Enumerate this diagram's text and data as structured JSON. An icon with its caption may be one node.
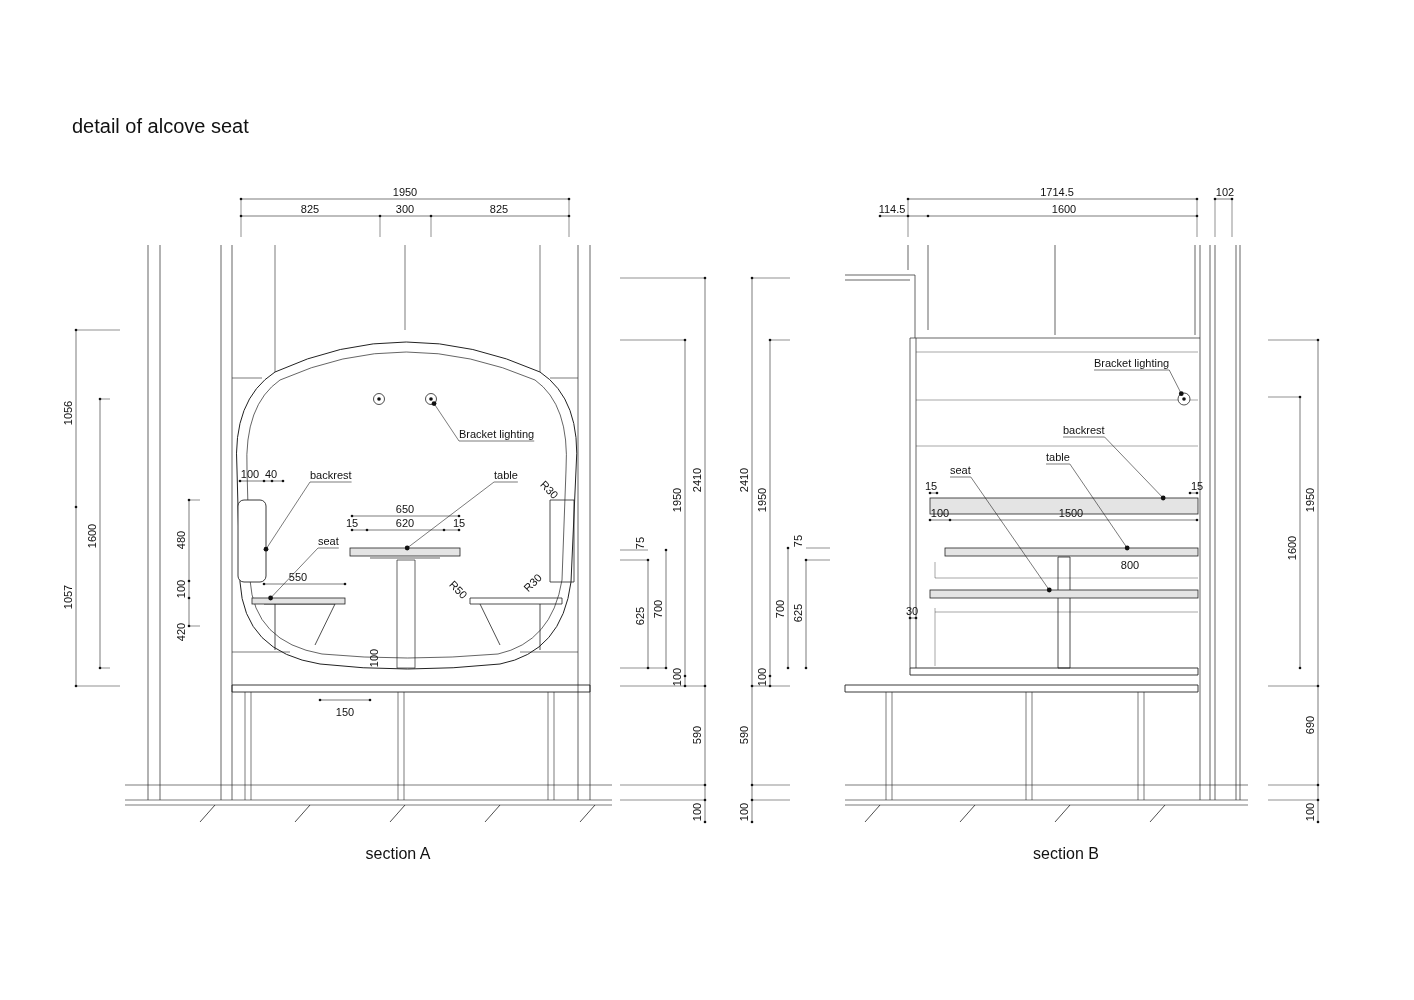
{
  "diagram": {
    "title": "detail of alcove seat",
    "nodes": [
      {
        "text": [],
        "shape": "circle"
      },
      {
        "text": [],
        "shape": "circle"
      },
      {
        "text": [
          "Bracket lighting"
        ]
      },
      {
        "text": [
          "backrest"
        ]
      },
      {
        "text": [],
        "shape": "box"
      },
      {
        "text": [
          "table"
        ]
      },
      {
        "text": [
          "seat"
        ]
      },
      {
        "text": [],
        "shape": "bar"
      },
      {
        "text": [],
        "shape": "bar"
      },
      {
        "text": [
          "Bracket lighting"
        ]
      },
      {
        "text": [],
        "shape": "circle"
      },
      {
        "text": [
          "backrest"
        ]
      },
      {
        "text": [
          "table"
        ]
      },
      {
        "text": [
          "seat"
        ]
      },
      {
        "text": [],
        "shape": "bar"
      },
      {
        "text": [],
        "shape": "bar"
      },
      {
        "text": [],
        "shape": "bar"
      }
    ],
    "edges": [
      {
        "from": 2,
        "to": 1,
        "arrow": "other"
      },
      {
        "from": 3,
        "to": 4,
        "arrow": "other"
      },
      {
        "from": 6,
        "to": 7,
        "arrow": "other"
      },
      {
        "from": 5,
        "to": 8,
        "arrow": "other"
      },
      {
        "from": 9,
        "to": 10,
        "arrow": "other"
      },
      {
        "from": 11,
        "to": 14,
        "arrow": "other"
      },
      {
        "from": 12,
        "to": 15,
        "arrow": "other"
      },
      {
        "from": 13,
        "to": 16,
        "arrow": "other"
      }
    ],
    "labels": [
      "1950",
      "825",
      "300",
      "825",
      "1056",
      "1600",
      "1057",
      "100",
      "40",
      "480",
      "100",
      "420",
      "650",
      "15",
      "620",
      "15",
      "550",
      "100",
      "150",
      "R30",
      "R50",
      "R30",
      "75",
      "625",
      "700",
      "1950",
      "2410",
      "100",
      "590",
      "100",
      "1714.5",
      "102",
      "114.5",
      "1600",
      "2410",
      "1950",
      "75",
      "700",
      "625",
      "100",
      "590",
      "100",
      "15",
      "15",
      "100",
      "1500",
      "800",
      "30",
      "1600",
      "1950",
      "690",
      "100",
      "section A",
      "section B"
    ]
  }
}
